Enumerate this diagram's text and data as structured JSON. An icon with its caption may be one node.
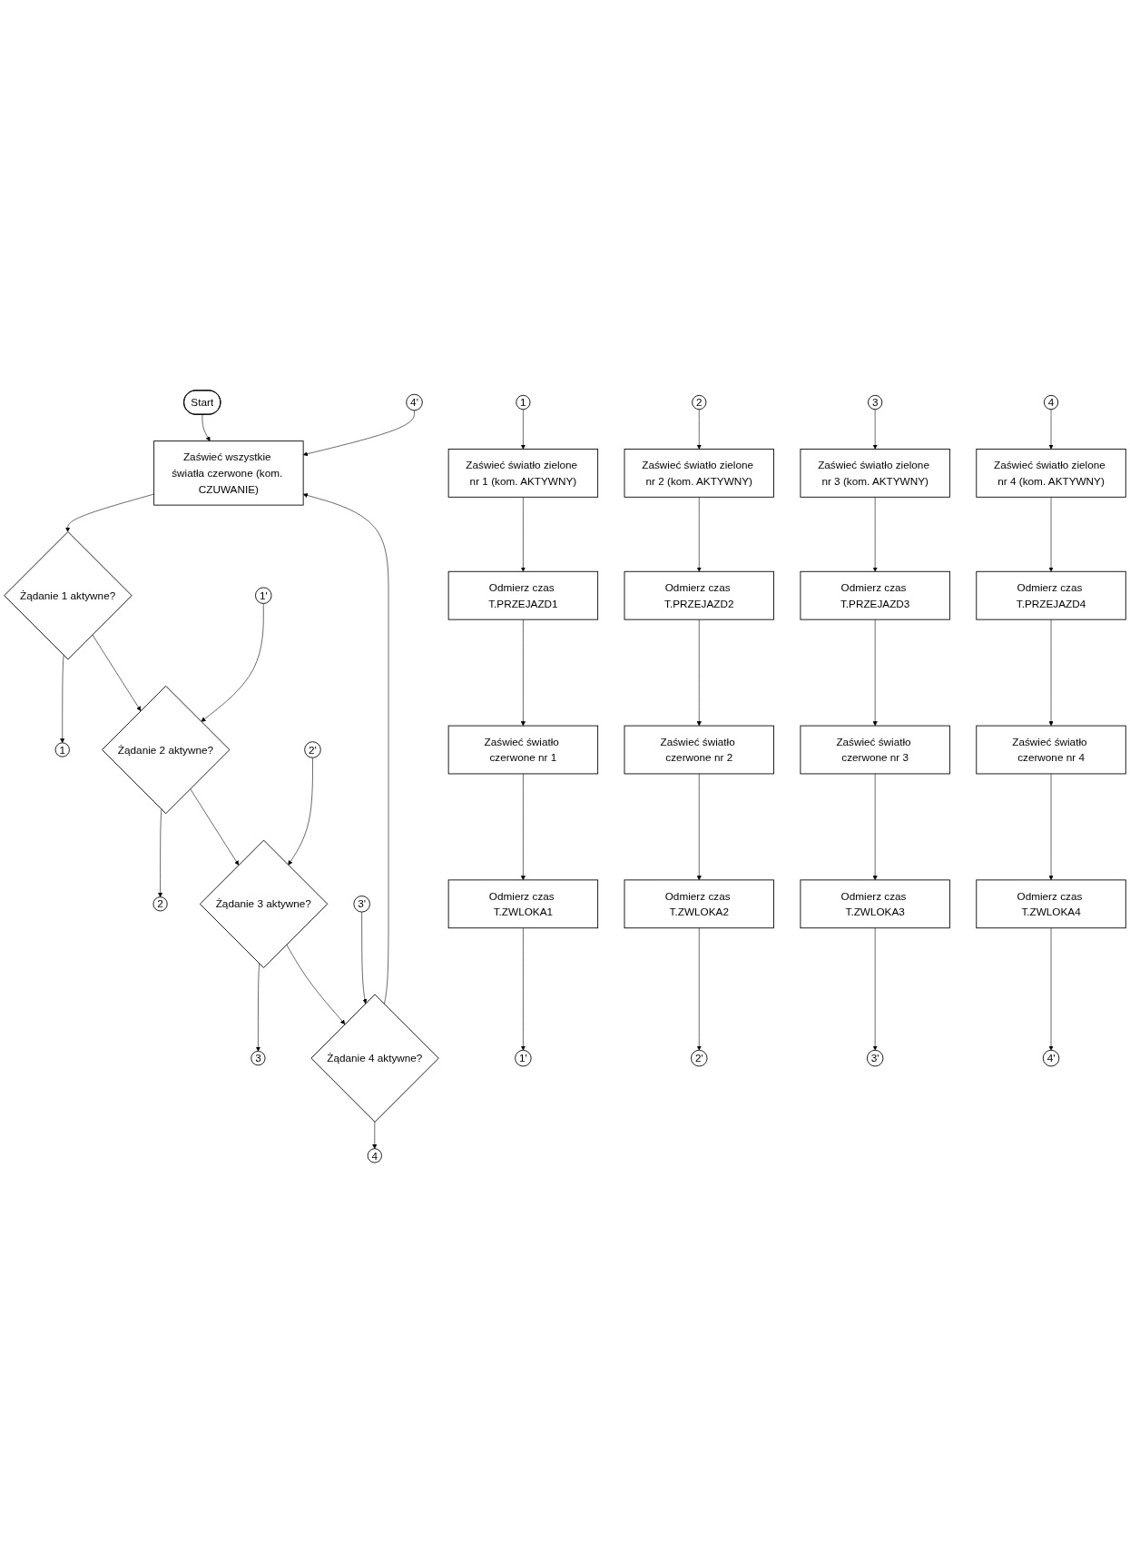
{
  "diagram": {
    "nodes": [
      {
        "text": [
          "Start"
        ]
      },
      {
        "text": [
          "Zaświeć wszystkie światła czerwone (kom. CZUWANIE)"
        ]
      },
      {
        "text": [
          "Żądanie 1 aktywne?"
        ]
      },
      {
        "text": [
          "1"
        ]
      },
      {
        "text": [
          "1'"
        ]
      },
      {
        "text": [
          "Żądanie 2 aktywne?"
        ]
      },
      {
        "text": [
          "2"
        ]
      },
      {
        "text": [
          "2'"
        ]
      },
      {
        "text": [
          "Żądanie 3 aktywne?"
        ]
      },
      {
        "text": [
          "3"
        ]
      },
      {
        "text": [
          "3'"
        ]
      },
      {
        "text": [
          "Żądanie 4 aktywne?"
        ]
      },
      {
        "text": [
          "4"
        ]
      },
      {
        "text": [
          "4'"
        ]
      },
      {
        "text": [
          "1"
        ]
      },
      {
        "text": [
          "Zaświeć światło zielone nr 1 (kom. AKTYWNY)"
        ]
      },
      {
        "text": [
          "Odmierz czas T.PRZEJAZD1"
        ]
      },
      {
        "text": [
          "Zaświeć światło czerwone nr 1"
        ]
      },
      {
        "text": [
          "Odmierz czas T.ZWLOKA1"
        ]
      },
      {
        "text": [
          "1'"
        ]
      },
      {
        "text": [
          "2"
        ]
      },
      {
        "text": [
          "Zaświeć światło zielone nr 2 (kom. AKTYWNY)"
        ]
      },
      {
        "text": [
          "Odmierz czas T.PRZEJAZD2"
        ]
      },
      {
        "text": [
          "Zaświeć światło czerwone nr 2"
        ]
      },
      {
        "text": [
          "Odmierz czas T.ZWLOKA2"
        ]
      },
      {
        "text": [
          "2'"
        ]
      },
      {
        "text": [
          "3"
        ]
      },
      {
        "text": [
          "Zaświeć światło zielone nr 3 (kom. AKTYWNY)"
        ]
      },
      {
        "text": [
          "Odmierz czas T.PRZEJAZD3"
        ]
      },
      {
        "text": [
          "Zaświeć światło czerwone nr 3"
        ]
      },
      {
        "text": [
          "Odmierz czas T.ZWLOKA3"
        ]
      },
      {
        "text": [
          "3'"
        ]
      },
      {
        "text": [
          "4"
        ]
      },
      {
        "text": [
          "Zaświeć światło zielone nr 4 (kom. AKTYWNY)"
        ]
      },
      {
        "text": [
          "Odmierz czas T.PRZEJAZD4"
        ]
      },
      {
        "text": [
          "Zaświeć światło czerwone nr 4"
        ]
      },
      {
        "text": [
          "Odmierz czas T.ZWLOKA4"
        ]
      },
      {
        "text": [
          "4'"
        ]
      }
    ],
    "edges": [
      {
        "from": 0,
        "to": 1,
        "arrow": "to"
      },
      {
        "from": 1,
        "to": 2,
        "arrow": "to"
      },
      {
        "from": 2,
        "to": 3,
        "arrow": "to"
      },
      {
        "from": 2,
        "to": 5,
        "arrow": "to"
      },
      {
        "from": 4,
        "to": 5,
        "arrow": "to"
      },
      {
        "from": 5,
        "to": 6,
        "arrow": "to"
      },
      {
        "from": 5,
        "to": 8,
        "arrow": "to"
      },
      {
        "from": 7,
        "to": 8,
        "arrow": "to"
      },
      {
        "from": 8,
        "to": 9,
        "arrow": "to"
      },
      {
        "from": 8,
        "to": 11,
        "arrow": "to"
      },
      {
        "from": 10,
        "to": 11,
        "arrow": "to"
      },
      {
        "from": 11,
        "to": 12,
        "arrow": "to"
      },
      {
        "from": 11,
        "to": 1,
        "arrow": "to"
      },
      {
        "from": 13,
        "to": 1,
        "arrow": "to"
      },
      {
        "from": 14,
        "to": 15,
        "arrow": "to"
      },
      {
        "from": 15,
        "to": 16,
        "arrow": "to"
      },
      {
        "from": 16,
        "to": 17,
        "arrow": "to"
      },
      {
        "from": 17,
        "to": 18,
        "arrow": "to"
      },
      {
        "from": 18,
        "to": 19,
        "arrow": "to"
      },
      {
        "from": 20,
        "to": 21,
        "arrow": "to"
      },
      {
        "from": 21,
        "to": 22,
        "arrow": "to"
      },
      {
        "from": 22,
        "to": 23,
        "arrow": "to"
      },
      {
        "from": 23,
        "to": 24,
        "arrow": "to"
      },
      {
        "from": 24,
        "to": 25,
        "arrow": "to"
      },
      {
        "from": 26,
        "to": 27,
        "arrow": "to"
      },
      {
        "from": 27,
        "to": 28,
        "arrow": "to"
      },
      {
        "from": 28,
        "to": 29,
        "arrow": "to"
      },
      {
        "from": 29,
        "to": 30,
        "arrow": "to"
      },
      {
        "from": 30,
        "to": 31,
        "arrow": "to"
      },
      {
        "from": 32,
        "to": 33,
        "arrow": "to"
      },
      {
        "from": 33,
        "to": 34,
        "arrow": "to"
      },
      {
        "from": 34,
        "to": 35,
        "arrow": "to"
      },
      {
        "from": 35,
        "to": 36,
        "arrow": "to"
      },
      {
        "from": 36,
        "to": 37,
        "arrow": "to"
      }
    ]
  }
}
